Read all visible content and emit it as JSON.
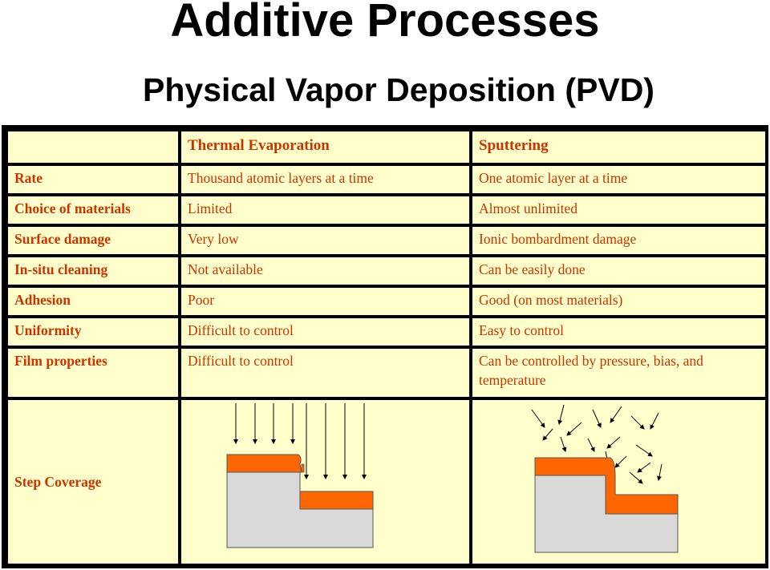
{
  "title": "Additive Processes",
  "subtitle": "Physical Vapor Deposition (PVD)",
  "table": {
    "columns": [
      "",
      "Thermal Evaporation",
      "Sputtering"
    ],
    "rows": [
      {
        "label": "Rate",
        "thermal": "Thousand atomic layers at a time",
        "sputtering": "One atomic layer at a time"
      },
      {
        "label": "Choice of materials",
        "thermal": "Limited",
        "sputtering": "Almost unlimited"
      },
      {
        "label": "Surface damage",
        "thermal": "Very low",
        "sputtering": "Ionic bombardment damage"
      },
      {
        "label": "In-situ cleaning",
        "thermal": "Not available",
        "sputtering": "Can be easily done"
      },
      {
        "label": "Adhesion",
        "thermal": "Poor",
        "sputtering": "Good (on most materials)"
      },
      {
        "label": "Uniformity",
        "thermal": "Difficult to control",
        "sputtering": "Easy to control"
      },
      {
        "label": "Film properties",
        "thermal": "Difficult to control",
        "sputtering": "Can be controlled by pressure, bias, and temperature"
      }
    ],
    "step_coverage_label": "Step Coverage"
  },
  "colors": {
    "cell_background": "#ffffcc",
    "text": "#cc3300",
    "grid": "#000000",
    "film": "#ff6600",
    "substrate": "#d9d9d9"
  }
}
